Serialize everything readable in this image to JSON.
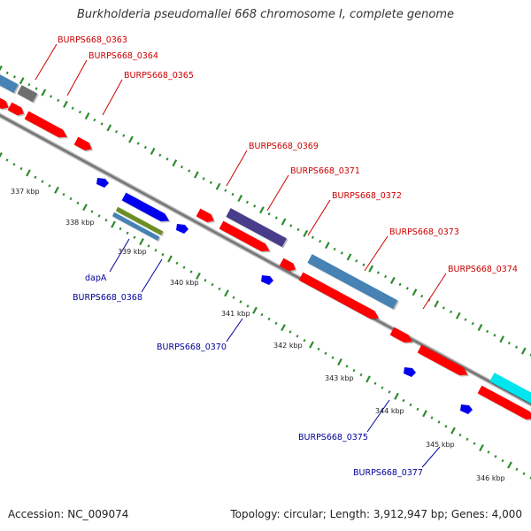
{
  "title": "Burkholderia pseudomallei 668 chromosome I, complete genome",
  "footer": {
    "accession": "Accession: NC_009074",
    "topology": "Topology: circular; Length: 3,912,947 bp; Genes: 4,000"
  },
  "colors": {
    "background": "#ffffff",
    "backbone": "#8a8a8a",
    "tick": "#2e8b2e",
    "red_feature": "#ff0000",
    "steelblue_feature": "#4682b4",
    "cyan_feature": "#00e5ee",
    "olive_feature": "#6b8e23",
    "purple_feature": "#483d8b",
    "blue_feature": "#0000ee",
    "gray_feature": "#6e6e6e",
    "top_label": "#cc0000",
    "bottom_label": "#000099"
  },
  "ticks": [
    {
      "label": "337 kbp"
    },
    {
      "label": "338 kbp"
    },
    {
      "label": "339 kbp"
    },
    {
      "label": "340 kbp"
    },
    {
      "label": "341 kbp"
    },
    {
      "label": "342 kbp"
    },
    {
      "label": "343 kbp"
    },
    {
      "label": "344 kbp"
    },
    {
      "label": "345 kbp"
    },
    {
      "label": "346 kbp"
    }
  ],
  "labels_top": [
    {
      "text": "BURPS668_0363"
    },
    {
      "text": "BURPS668_0364"
    },
    {
      "text": "BURPS668_0365"
    },
    {
      "text": "BURPS668_0369"
    },
    {
      "text": "BURPS668_0371"
    },
    {
      "text": "BURPS668_0372"
    },
    {
      "text": "BURPS668_0373"
    },
    {
      "text": "BURPS668_0374"
    }
  ],
  "labels_bottom": [
    {
      "text": "dapA"
    },
    {
      "text": "BURPS668_0368"
    },
    {
      "text": "BURPS668_0370"
    },
    {
      "text": "BURPS668_0375"
    },
    {
      "text": "BURPS668_0377"
    }
  ]
}
